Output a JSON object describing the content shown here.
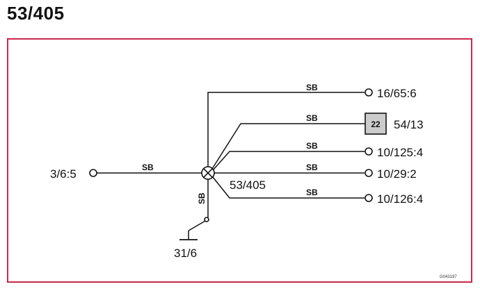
{
  "page": {
    "title": "53/405",
    "frame_color": "#c8284a"
  },
  "splice": {
    "label": "53/405"
  },
  "left_connection": {
    "label": "3/6:5",
    "wire_color": "SB"
  },
  "ground": {
    "label": "31/6",
    "wire_color": "SB"
  },
  "branches": [
    {
      "label": "16/65:6",
      "wire_color": "SB"
    },
    {
      "label": "54/13",
      "wire_color": "SB",
      "component_number": "22"
    },
    {
      "label": "10/125:4",
      "wire_color": "SB"
    },
    {
      "label": "10/29:2",
      "wire_color": "SB"
    },
    {
      "label": "10/126:4",
      "wire_color": "SB"
    }
  ],
  "diagram_id": "G043197"
}
